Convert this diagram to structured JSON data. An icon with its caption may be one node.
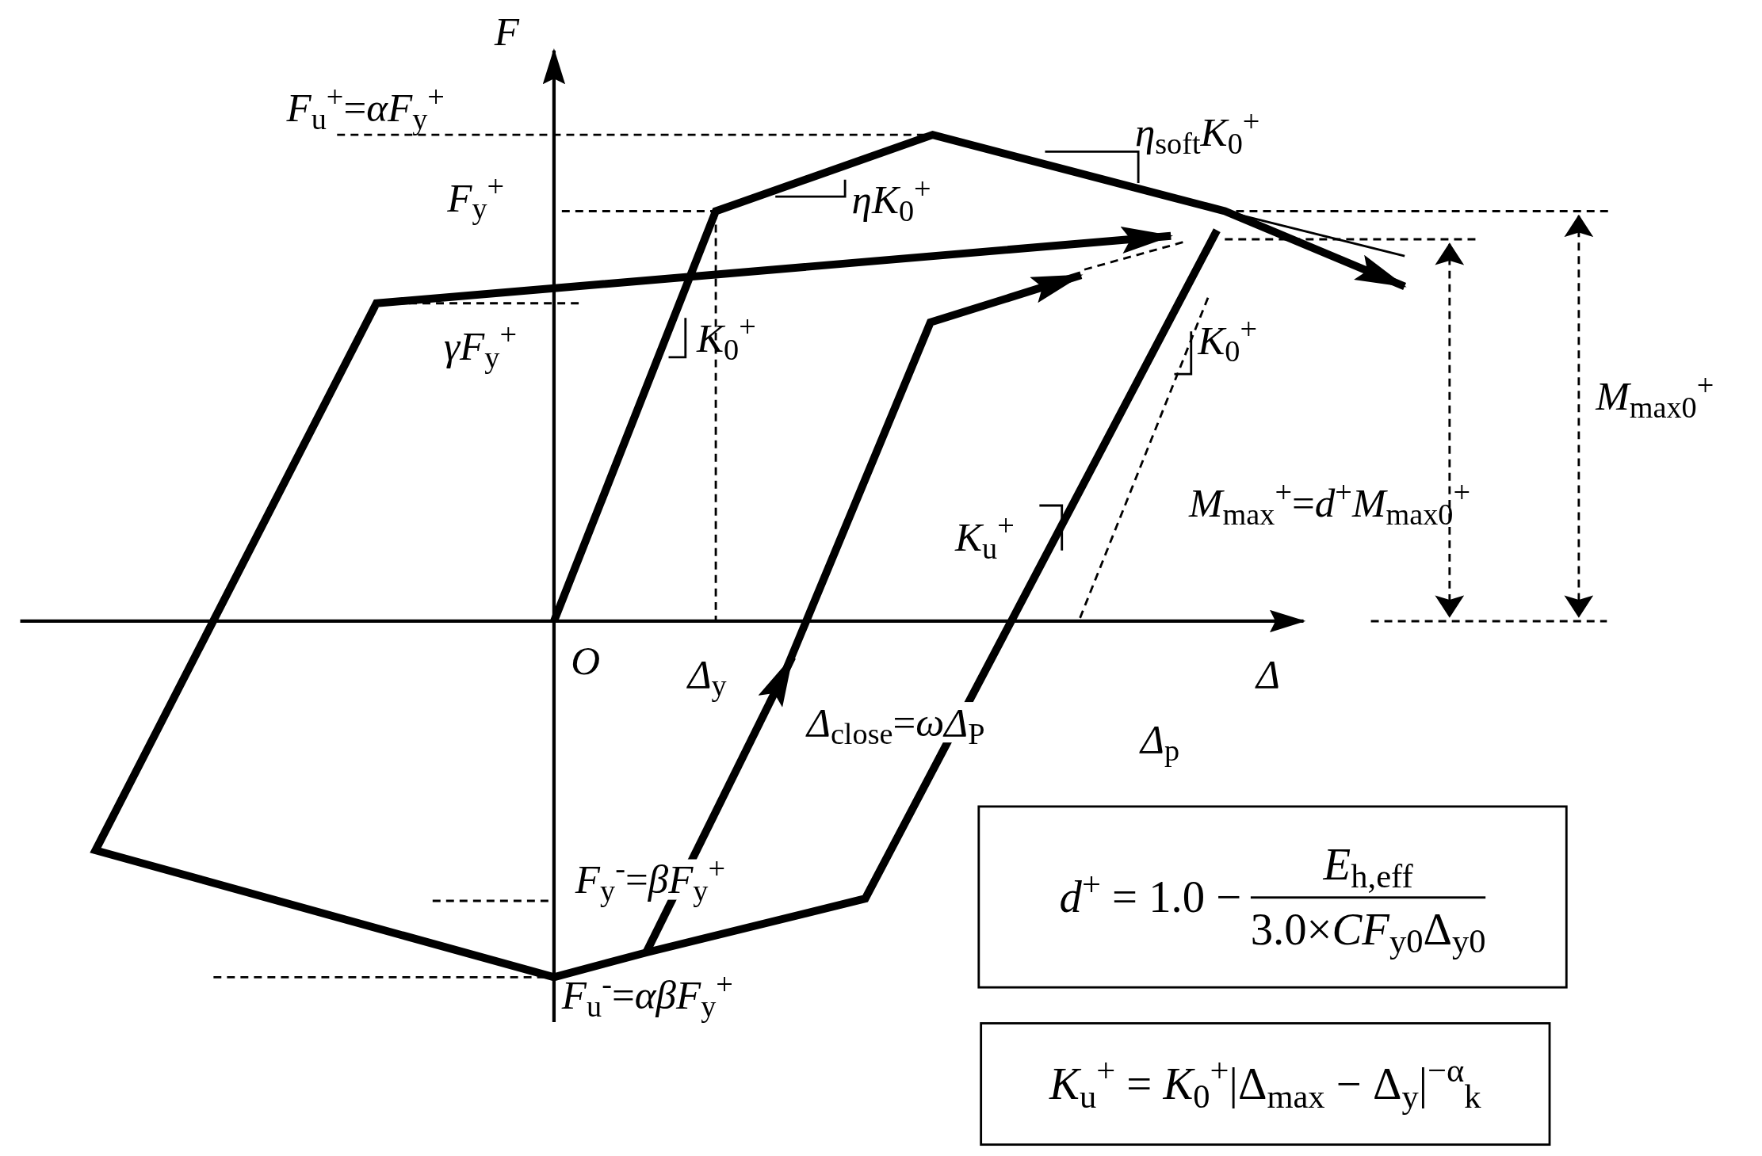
{
  "diagram": {
    "nodes": [
      {
        "text": [
          "*d*$^{+}$ = 1.0 −",
          "*E*$_{h,eff}$",
          "3.0×*CF*$_{y0}$Δ$_{y0}$"
        ]
      },
      {
        "text": [
          "*K*$_{u}$$^{+}$ = *K*$_{0}$$^{+}$|Δ$_{max}$ − Δ$_{y}$|$^{−α}$$_{k}$"
        ]
      }
    ],
    "labels": [
      "*F*",
      "*F*$_{u}$$^{+}$=*αF*$_{y}$$^{+}$",
      "*F*$_{y}$$^{+}$",
      "*η*$_{soft}$*K*$_{0}$$^{+}$",
      "*ηK*$_{0}$$^{+}$",
      "*K*$_{0}$$^{+}$",
      "*γF*$_{y}$$^{+}$",
      "*K*$_{0}$$^{+}$",
      "*M*$_{max0}$$^{+}$",
      "*M*$_{max}$$^{+}$=*d*$^{+}$*M*$_{max0}$$^{+}$",
      "*K*$_{u}$$^{+}$",
      "*O*",
      "*Δ*$_{y}$",
      "*Δ*",
      "*Δ*$_{close}$=*ωΔ*$_{P}$",
      "*Δ*$_{p}$",
      "*F*$_{y}$$^{-}$=*βF*$_{y}$$^{+}$",
      "*F*$_{u}$$^{-}$=*αβF*$_{y}$$^{+}$"
    ]
  }
}
